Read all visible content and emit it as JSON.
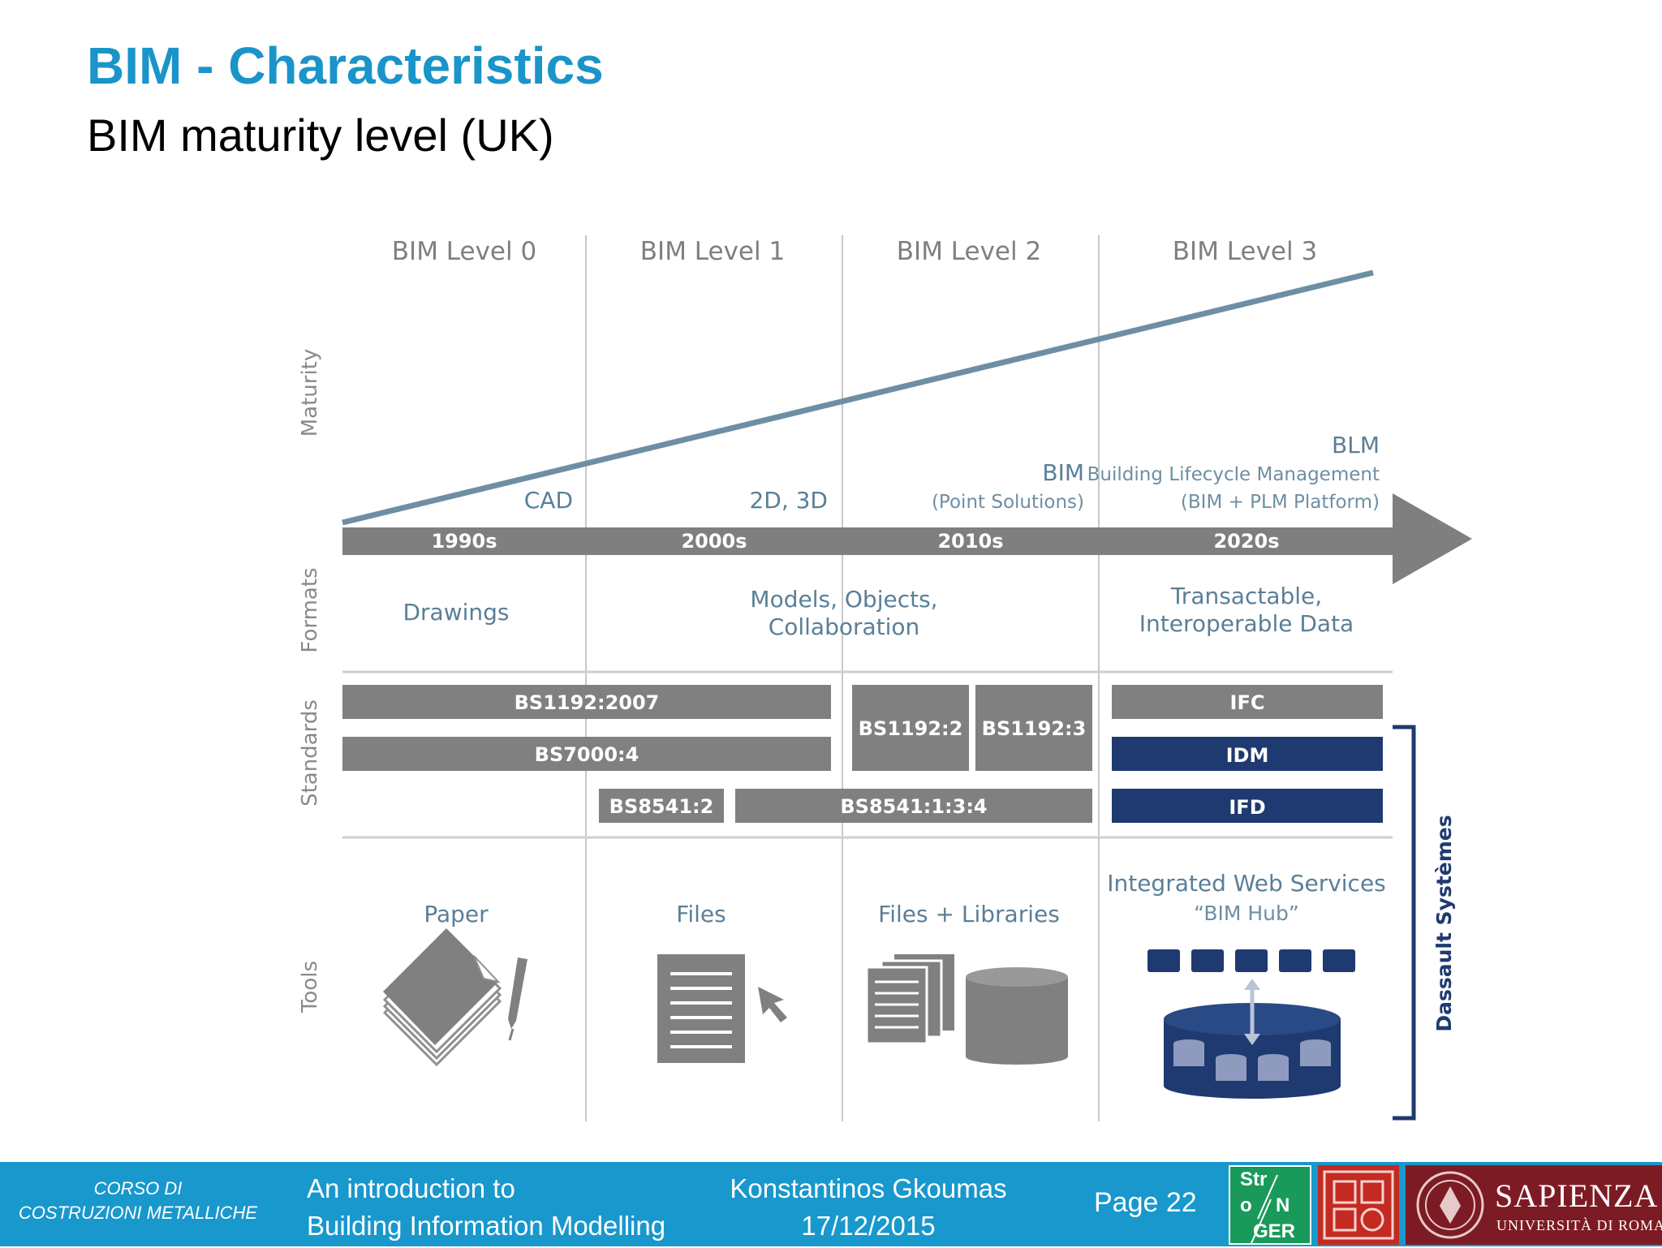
{
  "slide": {
    "title": "BIM - Characteristics",
    "subtitle": "BIM maturity level (UK)"
  },
  "diagram": {
    "levels": [
      "BIM Level 0",
      "BIM Level 1",
      "BIM Level 2",
      "BIM Level 3"
    ],
    "row_labels": [
      "Maturity",
      "Formats",
      "Standards",
      "Tools"
    ],
    "decades": [
      "1990s",
      "2000s",
      "2010s",
      "2020s"
    ],
    "maturity_labels": {
      "cad": "CAD",
      "two_three_d": "2D, 3D",
      "bim": "BIM",
      "bim_sub": "(Point Solutions)",
      "blm": "BLM",
      "blm_sub1": "Building Lifecycle Management",
      "blm_sub2": "(BIM + PLM Platform)"
    },
    "formats": {
      "drawings": "Drawings",
      "models_1": "Models, Objects,",
      "models_2": "Collaboration",
      "data_1": "Transactable,",
      "data_2": "Interoperable Data"
    },
    "standards": {
      "bs1192_2007": "BS1192:2007",
      "bs7000_4": "BS7000:4",
      "bs8541_2": "BS8541:2",
      "bs8541_134": "BS8541:1:3:4",
      "bs1192_2": "BS1192:2",
      "bs1192_3": "BS1192:3",
      "ifc": "IFC",
      "idm": "IDM",
      "ifd": "IFD"
    },
    "bracket_label": "Dassault Systèmes",
    "tools": {
      "paper": "Paper",
      "files": "Files",
      "files_libraries": "Files + Libraries",
      "web_services": "Integrated Web Services",
      "bim_hub": "“BIM Hub”"
    },
    "colors": {
      "grey": "#808080",
      "navy": "#1f3a70",
      "line": "#6e8fa3",
      "text_blue": "#5a7f98",
      "text_grey": "#7f7f7f"
    }
  },
  "footer": {
    "course_1": "CORSO DI",
    "course_2": "COSTRUZIONI METALLICHE",
    "intro_1": "An introduction to",
    "intro_2": "Building Information Modelling",
    "author": "Konstantinos Gkoumas",
    "date": "17/12/2015",
    "page": "Page 22",
    "logo_stronger_1": "Str",
    "logo_stronger_2": "o",
    "logo_stronger_3": "N",
    "logo_stronger_4": "GER",
    "sapienza": "SAPIENZA",
    "sapienza_sub": "UNIVERSITÀ DI ROMA"
  }
}
